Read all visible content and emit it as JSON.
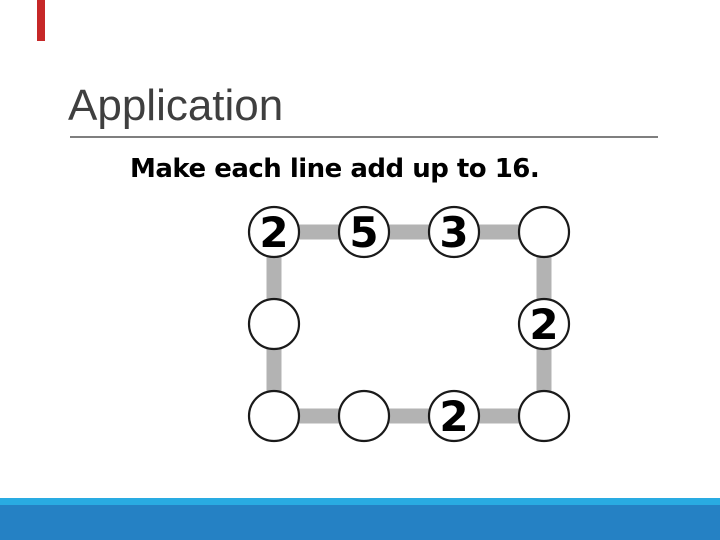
{
  "slide": {
    "title": "Application",
    "instruction": "Make each line add up to 16.",
    "colors": {
      "title_text": "#3F3F3F",
      "title_rule": "#7F7F7F",
      "red_tab": "#C62828",
      "band_light": "#29ABE2",
      "band_dark": "#2581C4",
      "connector_gray": "#B3B3B3",
      "circle_fill": "#FFFFFF",
      "circle_stroke": "#1A1A1A",
      "digit_color": "#000000"
    }
  },
  "puzzle": {
    "grid": {
      "columns_x": [
        274,
        364,
        454,
        544
      ],
      "rows_y": [
        232,
        324,
        416
      ],
      "circle_radius": 25,
      "bar_thickness": 15
    },
    "circles": [
      {
        "id": "top-1",
        "col": 0,
        "row": 0,
        "value": "2"
      },
      {
        "id": "top-2",
        "col": 1,
        "row": 0,
        "value": "5"
      },
      {
        "id": "top-3",
        "col": 2,
        "row": 0,
        "value": "3"
      },
      {
        "id": "top-4",
        "col": 3,
        "row": 0,
        "value": ""
      },
      {
        "id": "left-mid",
        "col": 0,
        "row": 1,
        "value": ""
      },
      {
        "id": "right-mid",
        "col": 3,
        "row": 1,
        "value": "2"
      },
      {
        "id": "bottom-1",
        "col": 0,
        "row": 2,
        "value": ""
      },
      {
        "id": "bottom-2",
        "col": 1,
        "row": 2,
        "value": ""
      },
      {
        "id": "bottom-3",
        "col": 2,
        "row": 2,
        "value": "2"
      },
      {
        "id": "bottom-4",
        "col": 3,
        "row": 2,
        "value": ""
      }
    ]
  }
}
